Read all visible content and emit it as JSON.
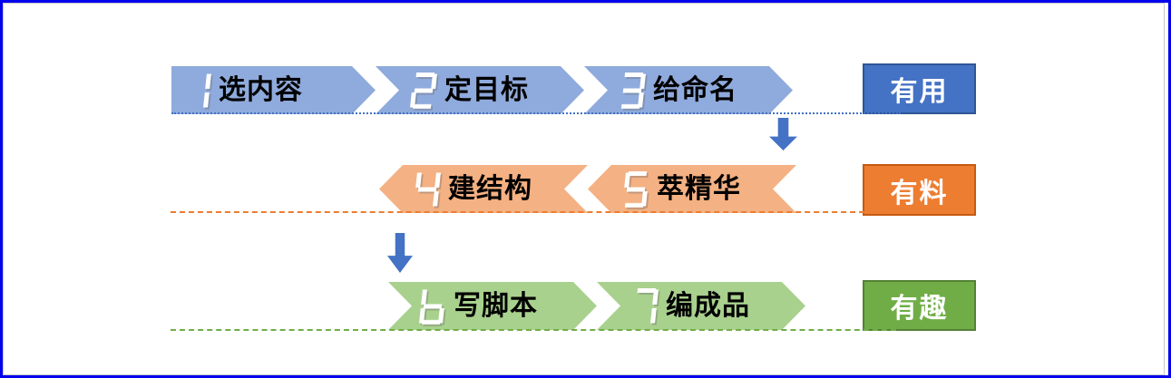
{
  "steps": [
    {
      "number": "1",
      "label": "选内容"
    },
    {
      "number": "2",
      "label": "定目标"
    },
    {
      "number": "3",
      "label": "给命名"
    },
    {
      "number": "4",
      "label": "建结构"
    },
    {
      "number": "5",
      "label": "萃精华"
    },
    {
      "number": "6",
      "label": "写脚本"
    },
    {
      "number": "7",
      "label": "编成品"
    }
  ],
  "rows": [
    {
      "badge_label": "有用",
      "arrow_fill": "#8FAADC",
      "badge_fill": "#4472C4",
      "badge_border": "#2E5697",
      "line_color": "#4472C4"
    },
    {
      "badge_label": "有料",
      "arrow_fill": "#F4B183",
      "badge_fill": "#ED7D31",
      "badge_border": "#C55A11",
      "line_color": "#ED7D31"
    },
    {
      "badge_label": "有趣",
      "arrow_fill": "#A9D18E",
      "badge_fill": "#70AD47",
      "badge_border": "#538135",
      "line_color": "#70AD47"
    }
  ],
  "connector_color": "#4472C4",
  "digit_color": "#FFFFFF",
  "text_color": "#000000",
  "frame": {
    "outer_border_color": "#0202EE",
    "inner_line_color": "#C9C9C9"
  }
}
